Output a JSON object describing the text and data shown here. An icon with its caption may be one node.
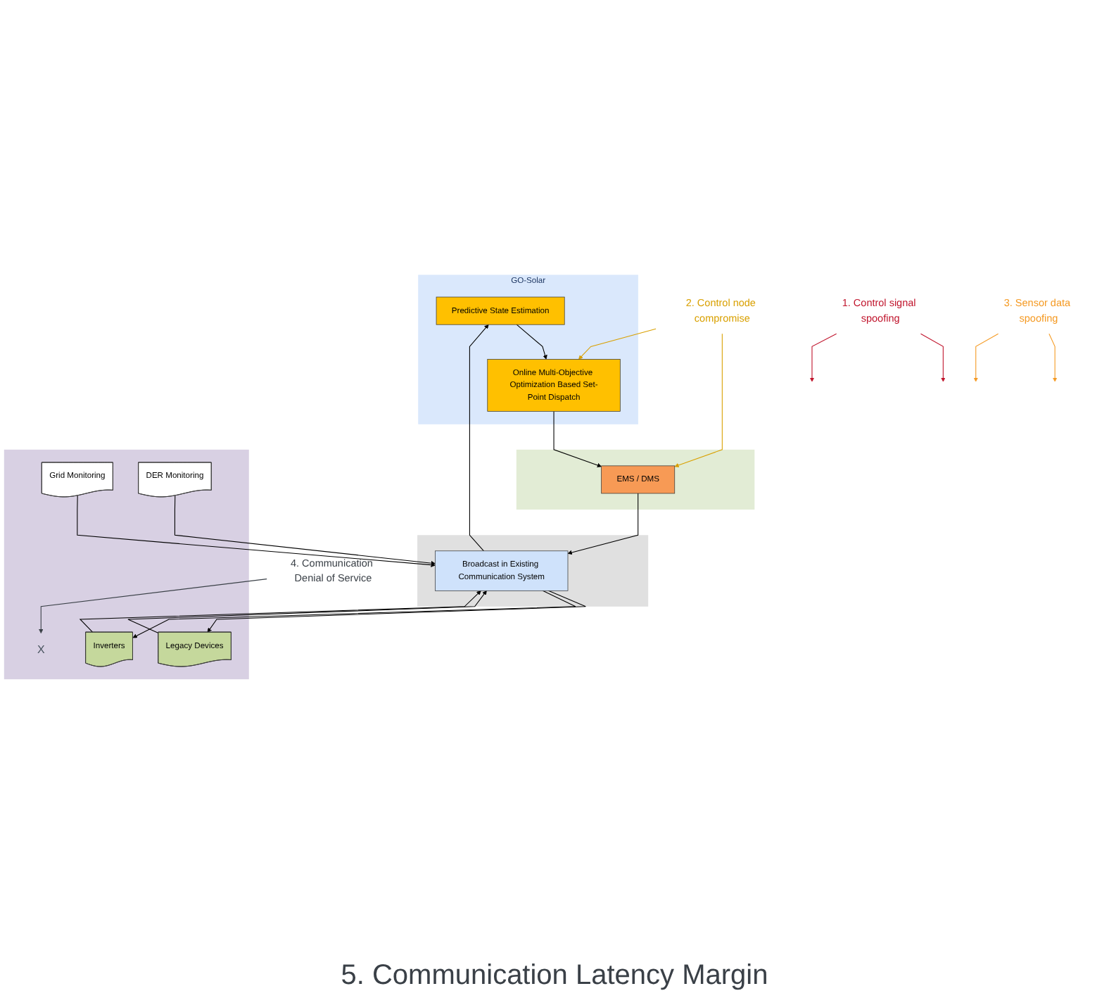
{
  "diagram": {
    "nodes": [
      {
        "text": [
          "GO-Solar"
        ]
      },
      {
        "text": [
          "Predictive State Estimation"
        ],
        "in": 0
      },
      {
        "text": [
          "Online Multi-Objective Optimization Based Set-Point Dispatch"
        ],
        "in": 0
      },
      {
        "text": [],
        "shape": "band"
      },
      {
        "text": [
          "EMS / DMS"
        ],
        "in": 3
      },
      {
        "text": [],
        "shape": "band"
      },
      {
        "text": [
          "Broadcast in Existing Communication System"
        ],
        "in": 5
      },
      {
        "text": [],
        "shape": "band"
      },
      {
        "text": [
          "Grid Monitoring"
        ],
        "in": 7
      },
      {
        "text": [
          "DER Monitoring"
        ],
        "in": 7
      },
      {
        "text": [
          "Legacy Devices"
        ],
        "in": 7
      },
      {
        "text": [
          "Inverters"
        ],
        "in": 7
      },
      {
        "text": [
          "2. Control node compromise"
        ]
      },
      {
        "text": [
          "1. Control signal spoofing"
        ]
      },
      {
        "text": [
          "3. Sensor data spoofing"
        ]
      },
      {
        "text": [
          "4. Communication Denial of Service"
        ]
      },
      {
        "text": [
          "X"
        ],
        "in": 7
      }
    ],
    "edges": [
      {
        "from": 1,
        "to": 2,
        "arrow": "to"
      },
      {
        "from": 2,
        "to": 4,
        "arrow": "to"
      },
      {
        "from": 4,
        "to": 6,
        "arrow": "to"
      },
      {
        "from": 6,
        "to": 10,
        "arrow": "to"
      },
      {
        "from": 6,
        "to": 11,
        "arrow": "to"
      },
      {
        "from": 8,
        "to": 6,
        "arrow": "to"
      },
      {
        "from": 9,
        "to": 6,
        "arrow": "to"
      },
      {
        "from": 10,
        "to": 6,
        "arrow": "to"
      },
      {
        "from": 11,
        "to": 6,
        "arrow": "to"
      },
      {
        "from": 6,
        "to": 1,
        "arrow": "to"
      },
      {
        "from": 12,
        "to": 2,
        "arrow": "to",
        "color": "#d9a000"
      },
      {
        "from": 12,
        "to": 4,
        "arrow": "to",
        "color": "#d9a000"
      },
      {
        "from": 13,
        "to": null,
        "arrow": "to",
        "color": "#c0142c"
      },
      {
        "from": 13,
        "to": null,
        "arrow": "to",
        "color": "#c0142c"
      },
      {
        "from": 14,
        "to": null,
        "arrow": "to",
        "color": "#f59a23"
      },
      {
        "from": 14,
        "to": null,
        "arrow": "to",
        "color": "#f59a23"
      },
      {
        "from": 15,
        "to": 16,
        "arrow": "to",
        "color": "#3a4047"
      }
    ],
    "labels": [
      "5. Communication Latency Margin"
    ]
  }
}
